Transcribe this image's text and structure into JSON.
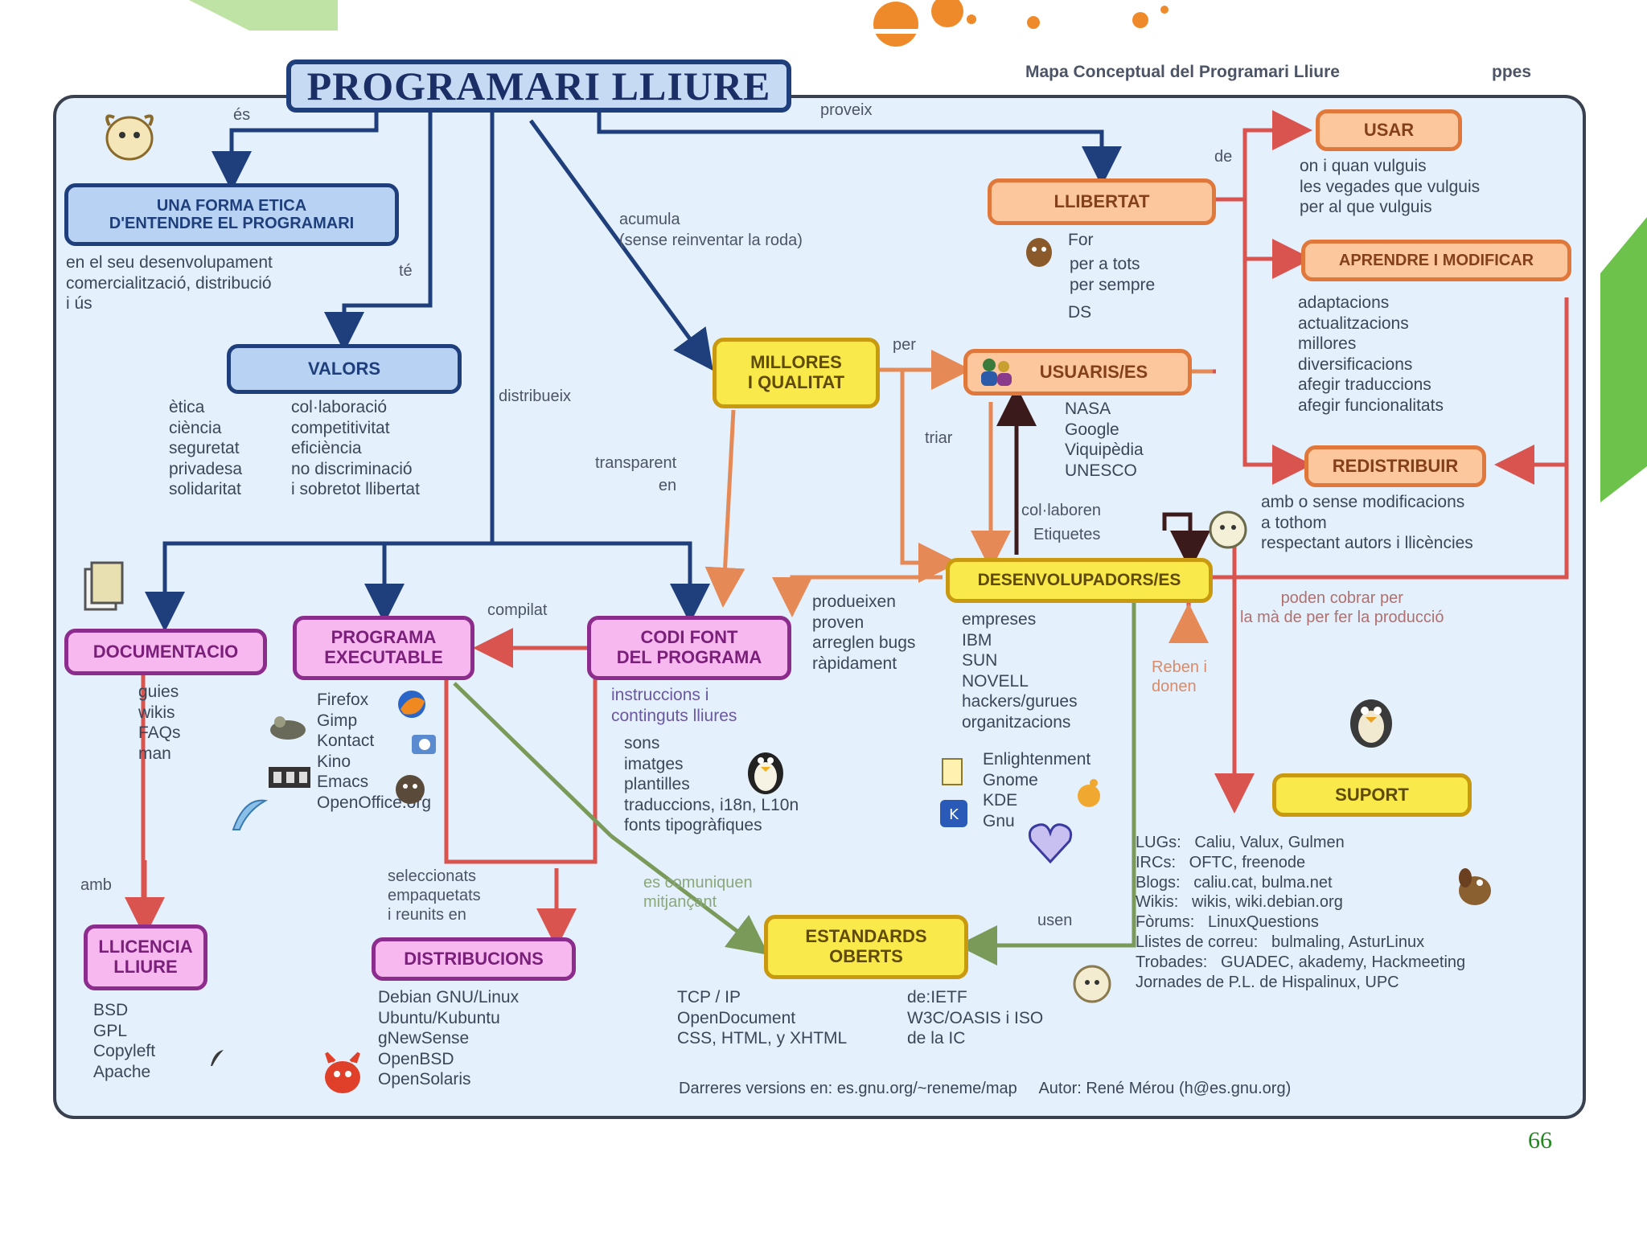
{
  "slide": {
    "page_number": "66"
  },
  "header": {
    "title": "PROGRAMARI LLIURE",
    "subtitle": "Mapa Conceptual del Programari Lliure",
    "corner_tag": "ppes"
  },
  "nodes": {
    "forma_etica": "UNA FORMA ETICA\nD'ENTENDRE EL PROGRAMARI",
    "valors": "VALORS",
    "millores": "MILLORES\nI QUALITAT",
    "llibertat": "LLIBERTAT",
    "usar": "USAR",
    "aprendre": "APRENDRE I MODIFICAR",
    "redistribuir": "REDISTRIBUIR",
    "usuaris": "USUARIS/ES",
    "desenvolupadors": "DESENVOLUPADORS/ES",
    "documentacio": "DOCUMENTACIO",
    "executable": "PROGRAMA\nEXECUTABLE",
    "codi_font": "CODI FONT\nDEL PROGRAMA",
    "suport": "SUPORT",
    "llicencia": "LLICENCIA\nLLIURE",
    "distribucions": "DISTRIBUCIONS",
    "estandards": "ESTANDARDS\nOBERTS"
  },
  "links": {
    "es": "és",
    "proveix": "proveix",
    "acumula": "acumula\n(sense reinventar la roda)",
    "te": "té",
    "distribueix": "distribueix",
    "transparent": "transparent\nen",
    "de": "de",
    "per": "per",
    "triar": "triar",
    "col_laboren": "col·laboren",
    "etiquetes": "Etiquetes",
    "compilat": "compilat",
    "amb": "amb",
    "seleccionats": "seleccionats\nempaquetats\ni reunits en",
    "comunicacio": "es comuniquen\nmitjançant",
    "usen": "usen",
    "poden_cobrar": "poden cobrar per\nla mà de per fer la producció",
    "reben_donen": "Reben i\ndonen"
  },
  "texts": {
    "forma_etica_desc": "en el seu desenvolupament\ncomercialització, distribució\ni ús",
    "valors_left": "ètica\nciència\nseguretat\nprivadesa\nsolidaritat",
    "valors_right": "col·laboració\ncompetitivitat\neficiència\nno discriminació\ni sobretot llibertat",
    "llibertat_desc": "per a tots\nper sempre",
    "llibertat_for": "For",
    "llibertat_ds": "DS",
    "usar_desc": "on i quan vulguis\nles vegades que vulguis\nper al que vulguis",
    "aprendre_desc": "adaptacions\nactualitzacions\nmillores\ndiversificacions\nafegir traduccions\nafegir funcionalitats",
    "redistribuir_desc": "amb o sense modificacions\na tothom\nrespectant autors i llicències",
    "usuaris_desc": "NASA\nGoogle\nViquipèdia\nUNESCO",
    "desenvolupadors_desc": "empreses\nIBM\nSUN\nNOVELL\nhackers/gurues\norganitzacions",
    "desktops": "Enlightenment\nGnome\nKDE\nGnu",
    "produeixen": "produeixen\nproven\narreglen bugs\nràpidament",
    "documentacio_desc": "guies\nwikis\nFAQs\nman",
    "executable_desc": "Firefox\nGimp\nKontact\nKino\nEmacs\nOpenOffice.org",
    "codi_desc": "instruccions i\ncontinguts lliures",
    "codi_list": "sons\nimatges\nplantilles\ntraduccions, i18n, L10n\nfonts tipogràfiques",
    "llicencia_desc": "BSD\nGPL\nCopyleft\nApache",
    "distribucions_desc": "Debian GNU/Linux\nUbuntu/Kubuntu\ngNewSense\nOpenBSD\nOpenSolaris",
    "estandards_left": "TCP / IP\nOpenDocument\nCSS, HTML, y XHTML",
    "estandards_right": "de:IETF\nW3C/OASIS i ISO\nde la IC",
    "suport_desc": "LUGs:   Caliu, Valux, Gulmen\nIRCs:   OFTC, freenode\nBlogs:   caliu.cat, bulma.net\nWikis:   wikis, wiki.debian.org\nFòrums:   LinuxQuestions\nLlistes de correu:   bulmaling, AsturLinux\nTrobades:   GUADEC, akademy, Hackmeeting\nJornades de P.L. de Hispalinux, UPC",
    "footer": "Darreres versions en: es.gnu.org/~reneme/map     Autor: René Mérou (h@es.gnu.org)"
  },
  "colors": {
    "blue_node": "#b7d2f2",
    "yellow_node": "#f9e94a",
    "orange_node": "#fcc79d",
    "pink_node": "#f6b8ee",
    "page_number": "#1e8a1e",
    "map_background": "#e4f0fb"
  },
  "icons": [
    "gnu-head-icon",
    "gnu-mascot-icon",
    "tux-penguin-icon",
    "open-source-heart-icon",
    "firefox-logo-icon",
    "gimp-icon",
    "bsd-daemon-icon",
    "document-icon",
    "kde-logo-icon",
    "gnome-logo-icon"
  ]
}
